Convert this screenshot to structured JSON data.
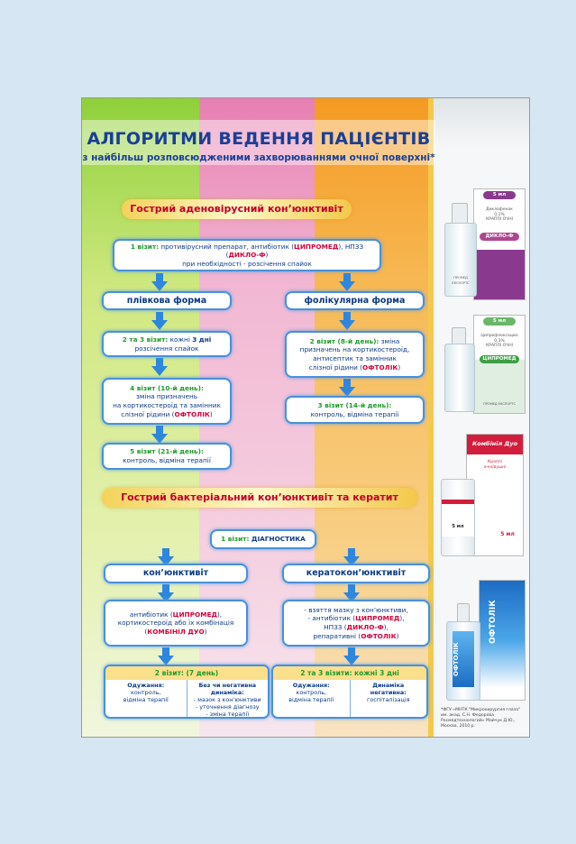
{
  "title": "АЛГОРИТМИ ВЕДЕННЯ ПАЦІЄНТІВ",
  "subtitle": "з найбільш розповсюдженими захворюваннями очної поверхні*",
  "section1": {
    "banner": "Гострий аденовірусний кон’юнктивіт",
    "visit1_head": "1 візит:",
    "visit1_text_a": " противірусний препарат, антибіотик (",
    "drug_cipro": "ЦИПРОМЕД",
    "visit1_text_b": "), НПЗЗ (",
    "drug_diclo": "ДИКЛО-Ф",
    "visit1_text_c": ")",
    "visit1_line2": "при необхідності - розсічення спайок",
    "left_form": "плівкова форма",
    "right_form": "фолікулярна форма",
    "l1_head": "2 та 3 візит:",
    "l1_text": " кожні ",
    "l1_days": "3 дні",
    "l1_line2": "розсічення спайок",
    "l2_head": "4 візит (10-й день):",
    "l2_line1": "зміна призначень",
    "l2_line2": "на кортикостероїд та замінник",
    "l2_line3": "слізної рідини (",
    "drug_oftolik": "ОФТОЛІК",
    "l2_line3_end": ")",
    "l3_head": "5 візит (21-й день):",
    "l3_line": "контроль, відміна терапії",
    "r1_head": "2 візит (8-й день):",
    "r1_text": " зміна",
    "r1_line2": "призначень на кортикостероїд,",
    "r1_line3": "антисептик та замінник",
    "r1_line4": "слізної рідини (",
    "r1_line4_end": ")",
    "r2_head": "3 візит (14-й день):",
    "r2_line": "контроль, відміна терапії"
  },
  "section2": {
    "banner": "Гострий бактеріальний кон’юнктивіт та кератит",
    "visit1_head": "1 візит:",
    "visit1_text": " ДІАГНОСТИКА",
    "left_form": "кон’юнктивіт",
    "right_form": "кератокон’юнктивіт",
    "l1_line1": "антибіотик (",
    "l1_line1_end": "),",
    "l1_line2": "кортикостероїд або їх комбінація",
    "l1_line3": "(",
    "drug_kombinil": "КОМБІНІЛ ДУО",
    "l1_line3_end": ")",
    "r1_line1": "- взяття мазку з кон’юнктиви,",
    "r1_line2": "- антибіотик (",
    "r1_line2_end": "),",
    "r1_line3": "НПЗЗ (",
    "r1_line3_end": "),",
    "r1_line4": "репаративні (",
    "r1_line4_end": ")",
    "lres_head": "2 візит: (7 день)",
    "lres_c1_t": "Одужання:",
    "lres_c1_1": "контроль,",
    "lres_c1_2": "відміна терапії",
    "lres_c2_t": "Без чи негативна динаміка:",
    "lres_c2_1": "- мазок з кон’юнктиви",
    "lres_c2_2": "- уточнення діагнозу",
    "lres_c2_3": "- зміна терапії",
    "rres_head": "2 та 3 візити: кожні 3 дні",
    "rres_c1_t": "Одужання:",
    "rres_c1_1": "контроль,",
    "rres_c1_2": "відміна терапії",
    "rres_c2_t": "Динаміка",
    "rres_c2_t2": "негативна:",
    "rres_c2_1": "госпіталізація"
  },
  "products": {
    "p1_vol": "5 мл",
    "p1_l1": "Диклофенак",
    "p1_l2": "0,1%",
    "p1_l3": "КРАПЛІ ОЧНІ",
    "p1_badge": "ДИКЛО-Ф",
    "p1_maker": "ПРОМЕД ЕКСПОРТС",
    "p2_vol": "5 мл",
    "p2_l1": "Ципрофлоксацин",
    "p2_l2": "0,3%",
    "p2_l3": "КРАПЛІ ОЧНІ",
    "p2_badge": "ЦИПРОМЕД",
    "p2_maker": "ПРОМЕД ЕКСПОРТС",
    "p3_brand": "Комбініл Дуо",
    "p3_l1": "Краплі",
    "p3_l2": "очні/вушні",
    "p3_vol1": "5 мл",
    "p3_vol2": "5 мл",
    "p4_brand": "ОФТОЛІК"
  },
  "footnote": "*ФГУ «МНТК \"Микрохирургия глаза\" им. акад. С.Н. Федорова Росмедтехнологий» Майчук Д.Ю., Москва, 2010 р."
}
